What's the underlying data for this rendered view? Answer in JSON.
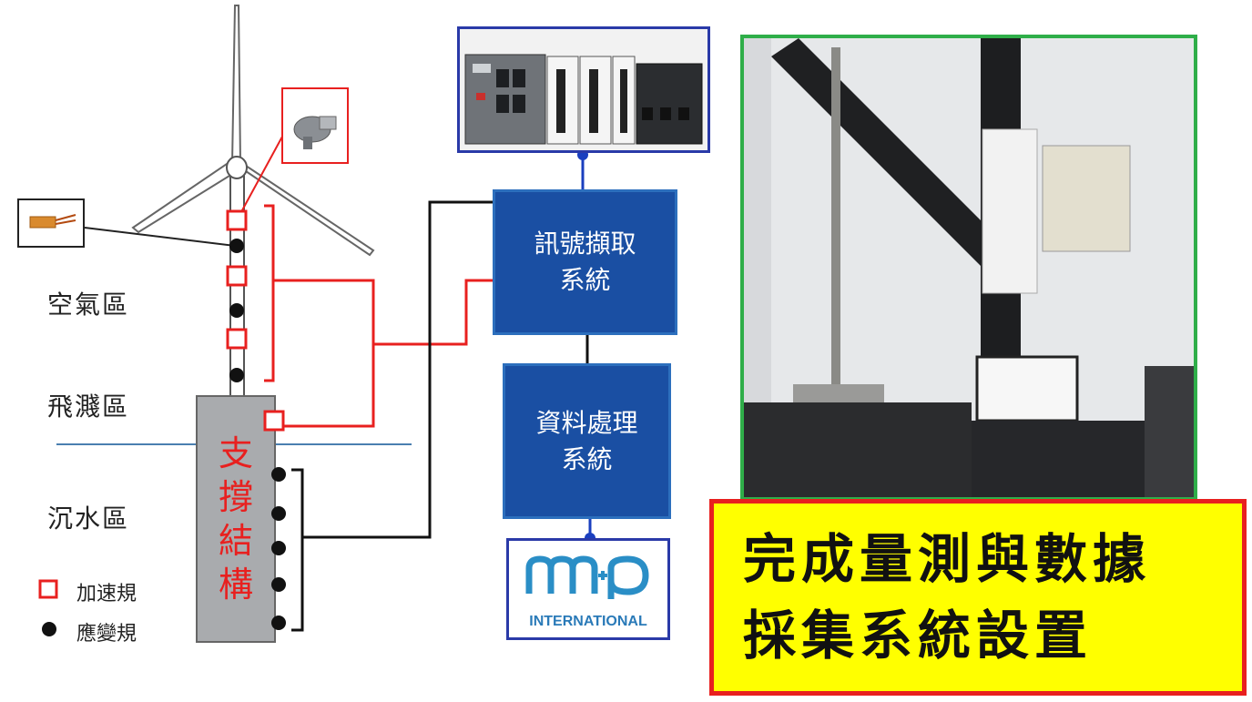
{
  "zones": {
    "air": "空氣區",
    "splash": "飛濺區",
    "submerged": "沉水區"
  },
  "support_structure": [
    "支",
    "撐",
    "結",
    "構"
  ],
  "legend": {
    "accelerometer": "加速規",
    "strain_gauge": "應變規"
  },
  "acquisition_box": [
    "訊號擷取",
    "系統"
  ],
  "processing_box": [
    "資料處理",
    "系統"
  ],
  "logo": {
    "mark": "mp",
    "subtitle": "INTERNATIONAL"
  },
  "callout": [
    "完成量測與數據",
    "採集系統設置"
  ],
  "colors": {
    "accelerometer": "#e8201f",
    "strain_gauge": "#111111",
    "system_box": "#1a4fa3",
    "callout_bg": "#ffff00",
    "callout_border": "#e8201f",
    "photo_border": "#2fae49",
    "waterline": "#4a7fb0"
  }
}
